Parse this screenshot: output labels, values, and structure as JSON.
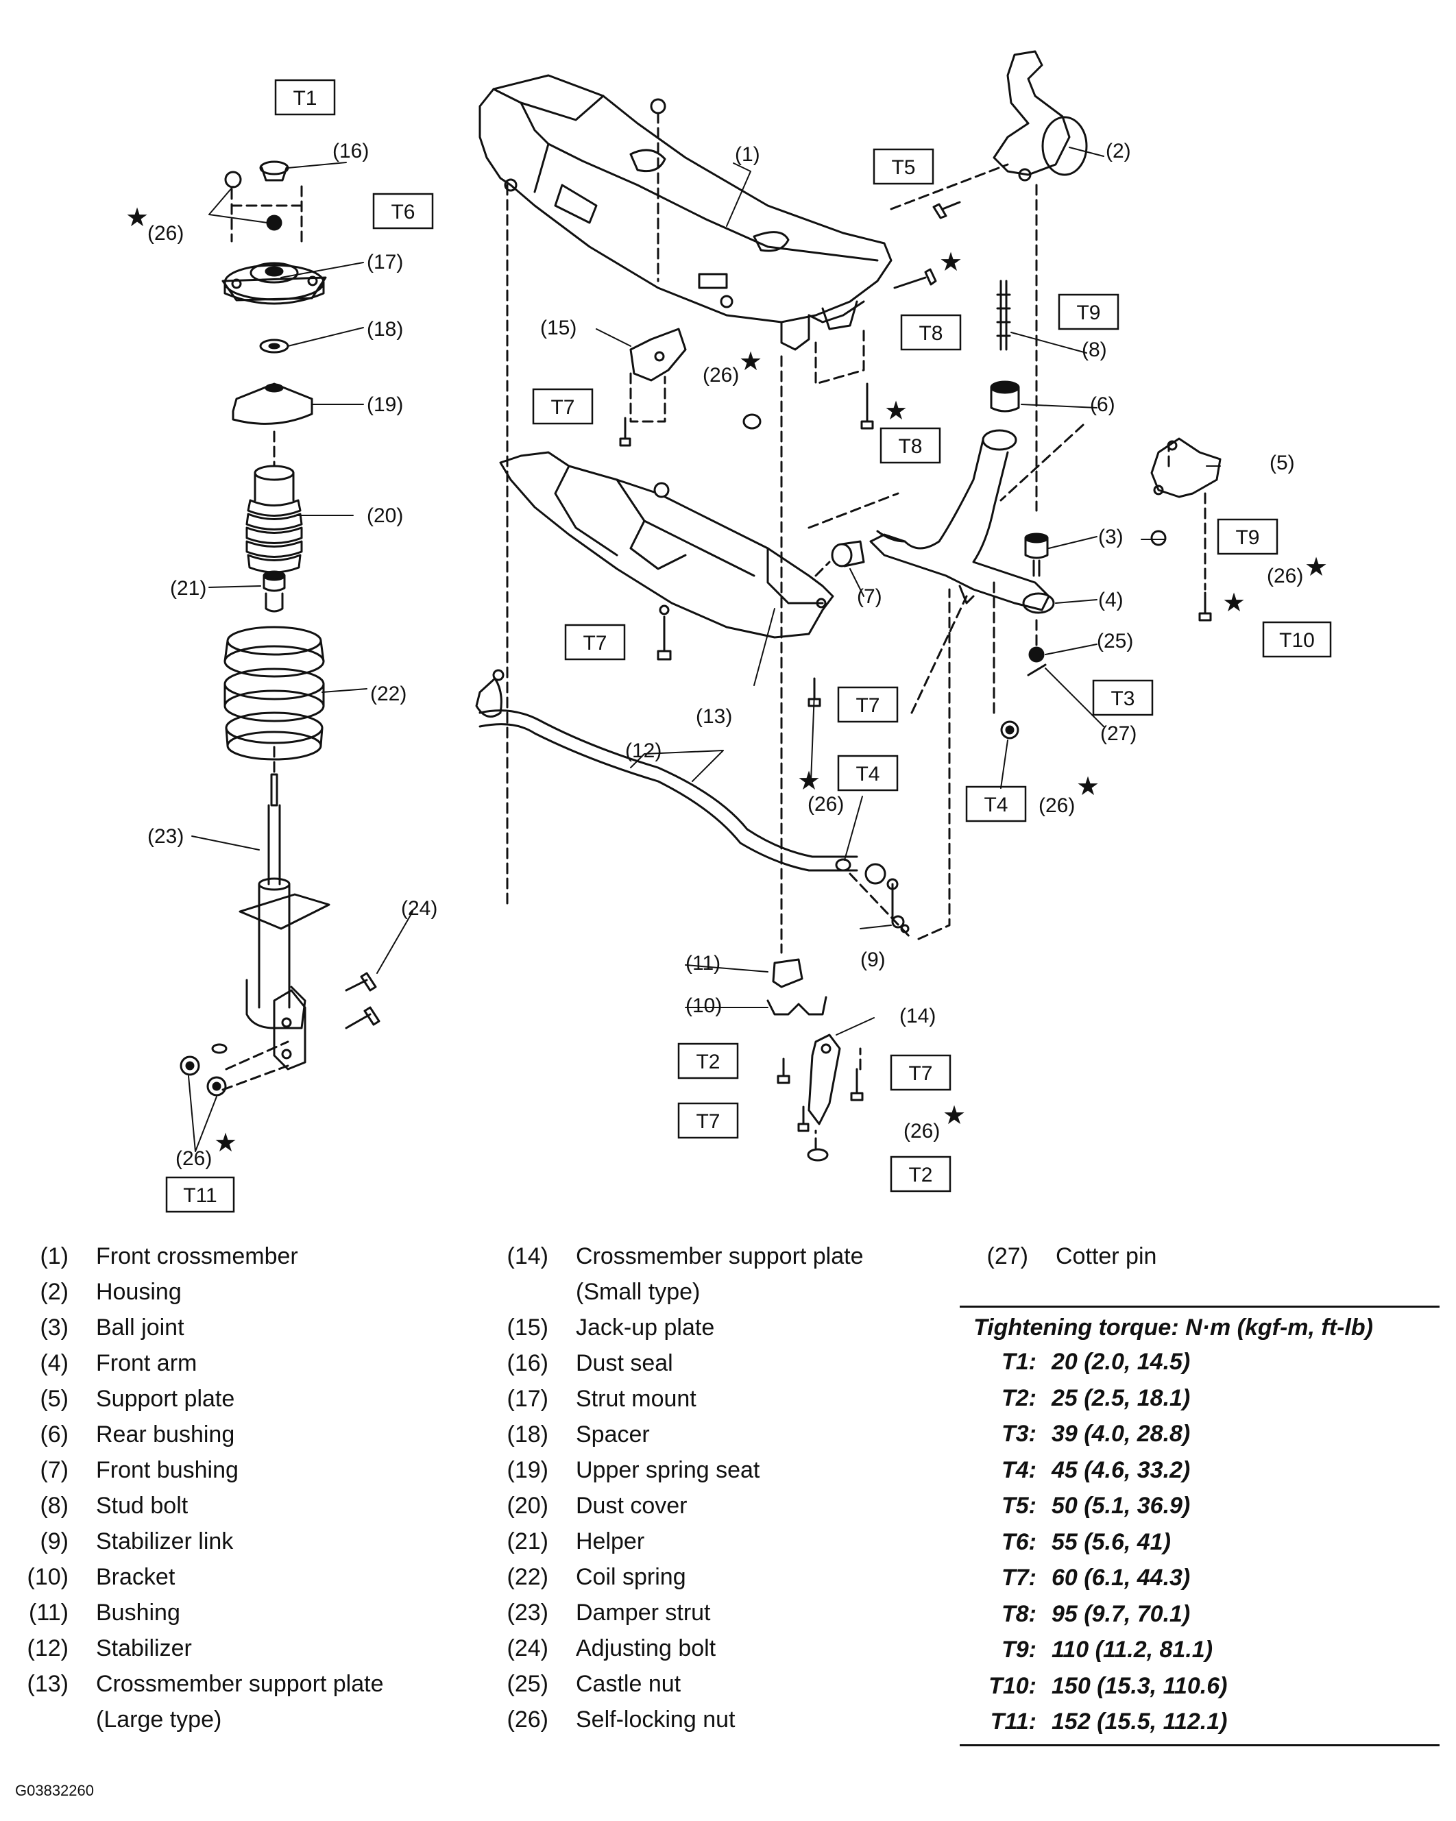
{
  "diagram": {
    "callouts": {
      "c1": "(1)",
      "c2": "(2)",
      "c3": "(3)",
      "c4": "(4)",
      "c5": "(5)",
      "c6": "(6)",
      "c7": "(7)",
      "c8": "(8)",
      "c9": "(9)",
      "c10": "(10)",
      "c11": "(11)",
      "c12": "(12)",
      "c13": "(13)",
      "c14": "(14)",
      "c15": "(15)",
      "c16": "(16)",
      "c17": "(17)",
      "c18": "(18)",
      "c19": "(19)",
      "c20": "(20)",
      "c21": "(21)",
      "c22": "(22)",
      "c23": "(23)",
      "c24": "(24)",
      "c25": "(25)",
      "c26": "(26)",
      "c27": "(27)"
    },
    "torque_boxes": {
      "T1": "T1",
      "T2": "T2",
      "T3": "T3",
      "T4": "T4",
      "T5": "T5",
      "T6": "T6",
      "T7": "T7",
      "T8": "T8",
      "T9": "T9",
      "T10": "T10",
      "T11": "T11"
    },
    "star_symbol": "★"
  },
  "legend": {
    "col1": [
      {
        "num": "(1)",
        "text": "Front crossmember"
      },
      {
        "num": "(2)",
        "text": "Housing"
      },
      {
        "num": "(3)",
        "text": "Ball joint"
      },
      {
        "num": "(4)",
        "text": "Front arm"
      },
      {
        "num": "(5)",
        "text": "Support plate"
      },
      {
        "num": "(6)",
        "text": "Rear bushing"
      },
      {
        "num": "(7)",
        "text": "Front bushing"
      },
      {
        "num": "(8)",
        "text": "Stud bolt"
      },
      {
        "num": "(9)",
        "text": "Stabilizer link"
      },
      {
        "num": "(10)",
        "text": "Bracket"
      },
      {
        "num": "(11)",
        "text": "Bushing"
      },
      {
        "num": "(12)",
        "text": "Stabilizer"
      },
      {
        "num": "(13)",
        "text": "Crossmember support plate"
      },
      {
        "num": "",
        "text": "(Large type)"
      }
    ],
    "col2": [
      {
        "num": "(14)",
        "text": "Crossmember support plate"
      },
      {
        "num": "",
        "text": "(Small type)"
      },
      {
        "num": "(15)",
        "text": "Jack-up plate"
      },
      {
        "num": "(16)",
        "text": "Dust seal"
      },
      {
        "num": "(17)",
        "text": "Strut mount"
      },
      {
        "num": "(18)",
        "text": "Spacer"
      },
      {
        "num": "(19)",
        "text": "Upper spring seat"
      },
      {
        "num": "(20)",
        "text": "Dust cover"
      },
      {
        "num": "(21)",
        "text": "Helper"
      },
      {
        "num": "(22)",
        "text": "Coil spring"
      },
      {
        "num": "(23)",
        "text": "Damper strut"
      },
      {
        "num": "(24)",
        "text": "Adjusting bolt"
      },
      {
        "num": "(25)",
        "text": "Castle nut"
      },
      {
        "num": "(26)",
        "text": "Self-locking nut"
      }
    ],
    "col3": [
      {
        "num": "(27)",
        "text": "Cotter pin"
      }
    ]
  },
  "torque": {
    "header": "Tightening torque: N·m (kgf-m, ft-lb)",
    "rows": [
      {
        "k": "T1:",
        "v": "20 (2.0, 14.5)"
      },
      {
        "k": "T2:",
        "v": "25 (2.5, 18.1)"
      },
      {
        "k": "T3:",
        "v": "39 (4.0, 28.8)"
      },
      {
        "k": "T4:",
        "v": "45 (4.6, 33.2)"
      },
      {
        "k": "T5:",
        "v": "50 (5.1, 36.9)"
      },
      {
        "k": "T6:",
        "v": "55 (5.6, 41)"
      },
      {
        "k": "T7:",
        "v": "60 (6.1, 44.3)"
      },
      {
        "k": "T8:",
        "v": "95 (9.7, 70.1)"
      },
      {
        "k": "T9:",
        "v": "110 (11.2, 81.1)"
      },
      {
        "k": "T10:",
        "v": "150 (15.3, 110.6)"
      },
      {
        "k": "T11:",
        "v": "152 (15.5, 112.1)"
      }
    ]
  },
  "figure_code": "G03832260"
}
